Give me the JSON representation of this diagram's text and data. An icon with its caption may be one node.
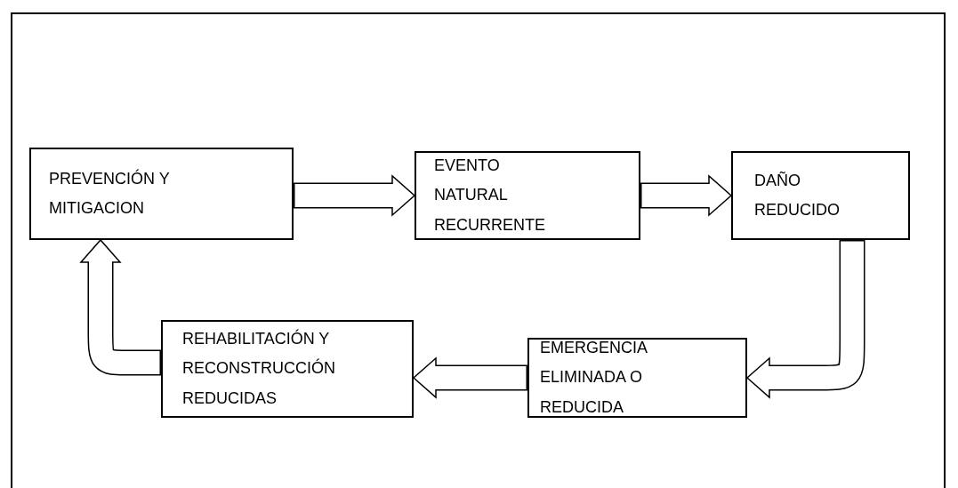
{
  "diagram": {
    "nodes": [
      {
        "text": [
          "PREVENCIÓN Y MITIGACION"
        ]
      },
      {
        "text": [
          "EVENTO NATURAL RECURRENTE"
        ]
      },
      {
        "text": [
          "DAÑO REDUCIDO"
        ]
      },
      {
        "text": [
          "EMERGENCIA ELIMINADA O REDUCIDA"
        ]
      },
      {
        "text": [
          "REHABILITACIÓN Y RECONSTRUCCIÓN REDUCIDAS"
        ]
      }
    ],
    "edges": [
      {
        "from": 0,
        "to": 1,
        "arrow": "to"
      },
      {
        "from": 1,
        "to": 2,
        "arrow": "to"
      },
      {
        "from": 2,
        "to": 3,
        "arrow": "to"
      },
      {
        "from": 3,
        "to": 4,
        "arrow": "to"
      },
      {
        "from": 4,
        "to": 0,
        "arrow": "to"
      }
    ]
  }
}
